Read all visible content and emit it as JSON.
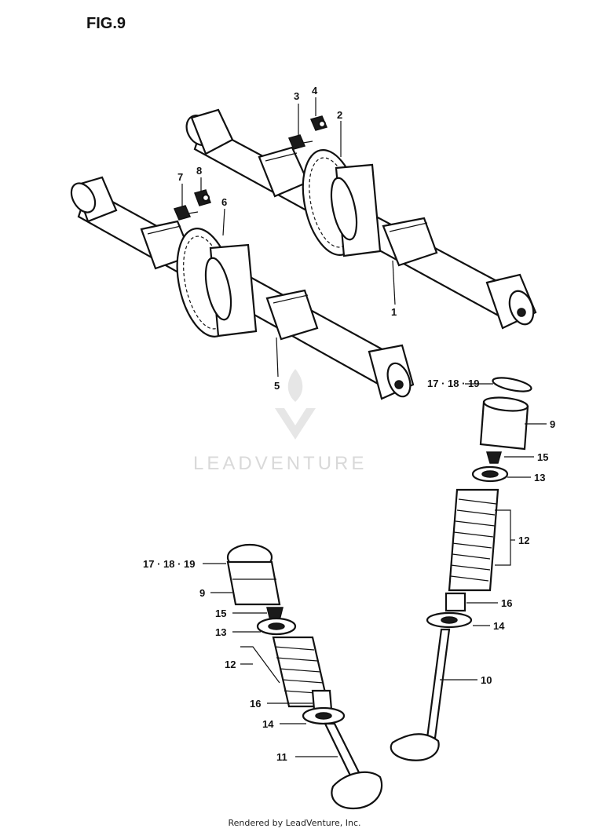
{
  "figure_title": "FIG.9",
  "watermark": "LEADVENTURE",
  "footer": "Rendered by LeadVenture, Inc.",
  "callouts": {
    "c1": "1",
    "c2": "2",
    "c3": "3",
    "c4": "4",
    "c5": "5",
    "c6": "6",
    "c7": "7",
    "c8": "8",
    "c9a": "9",
    "c9b": "9",
    "c10": "10",
    "c11": "11",
    "c12a": "12",
    "c12b": "12",
    "c13a": "13",
    "c13b": "13",
    "c14a": "14",
    "c14b": "14",
    "c15a": "15",
    "c15b": "15",
    "c16a": "16",
    "c16b": "16",
    "c17a": "17 · 18 · 19",
    "c17b": "17 · 18 · 19"
  }
}
